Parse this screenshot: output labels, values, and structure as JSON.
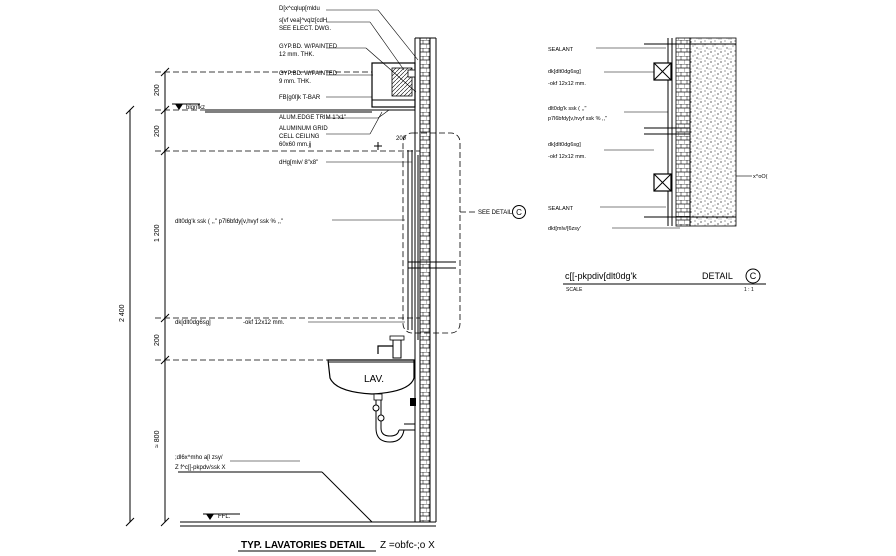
{
  "notes_main": [
    "D[x^cqlup[mldu",
    "s[vf vea]^vqlz[cdH",
    "SEE ELECT. DWG.",
    "GYP.BD. W/PAINTED",
    "12 mm. THK.",
    "GYP.BD. W/PAINTED",
    "9 mm. THK.",
    "FB[g0l]k T-BAR",
    "ALUM.EDGE TRIM 1\"x1\"",
    "ALUMINUM GRID",
    "CELL CEILING",
    "60x60 mm.jj",
    "dHg[mlv/ 8\"x8\"",
    "dlt0dg'k ssk ( ,,\" p7l6bfdy[v,hvyf ssk % ,,\"",
    "dk[dlt0dg6sg]",
    "-okf  12x12 mm.",
    ";dl6x^mho a[l zsy/",
    "Z f^c[[-pkpdv/ssk X"
  ],
  "dimensions": {
    "d200_top": "200",
    "d200_mid": "200",
    "d1200": "1 200",
    "d200_low": "200",
    "d800": "≈ 800",
    "total": "2 400",
    "d200_right": "200"
  },
  "levels": {
    "ceiling": "blqnfkz",
    "ffl": "FFL."
  },
  "fixture_label": "LAV.",
  "callout": {
    "see_detail": "SEE DETAIL",
    "letter": "C"
  },
  "detail_notes": [
    "SEALANT",
    "dk[dlt0dg6sg]",
    "-okf  12x12 mm.",
    "dlt0dg'k ssk ( ,,\"",
    "p7l6bfdy[v,hvyf ssk % ,,\"",
    "dk[dlt0dg6sg]",
    "-okf  12x12 mm.",
    "SEALANT",
    "dkt[mlv/[6zsy'",
    "x^oO("
  ],
  "detail_title": {
    "text": "c[[-pkpdiv[dlt0dg'k",
    "detail": "DETAIL",
    "letter": "C",
    "scale_label": "SCALE",
    "scale_value": "1 : 1"
  },
  "main_title": {
    "text": "TYP. LAVATORIES DETAIL",
    "suffix": "Z =obfc-;o X"
  }
}
